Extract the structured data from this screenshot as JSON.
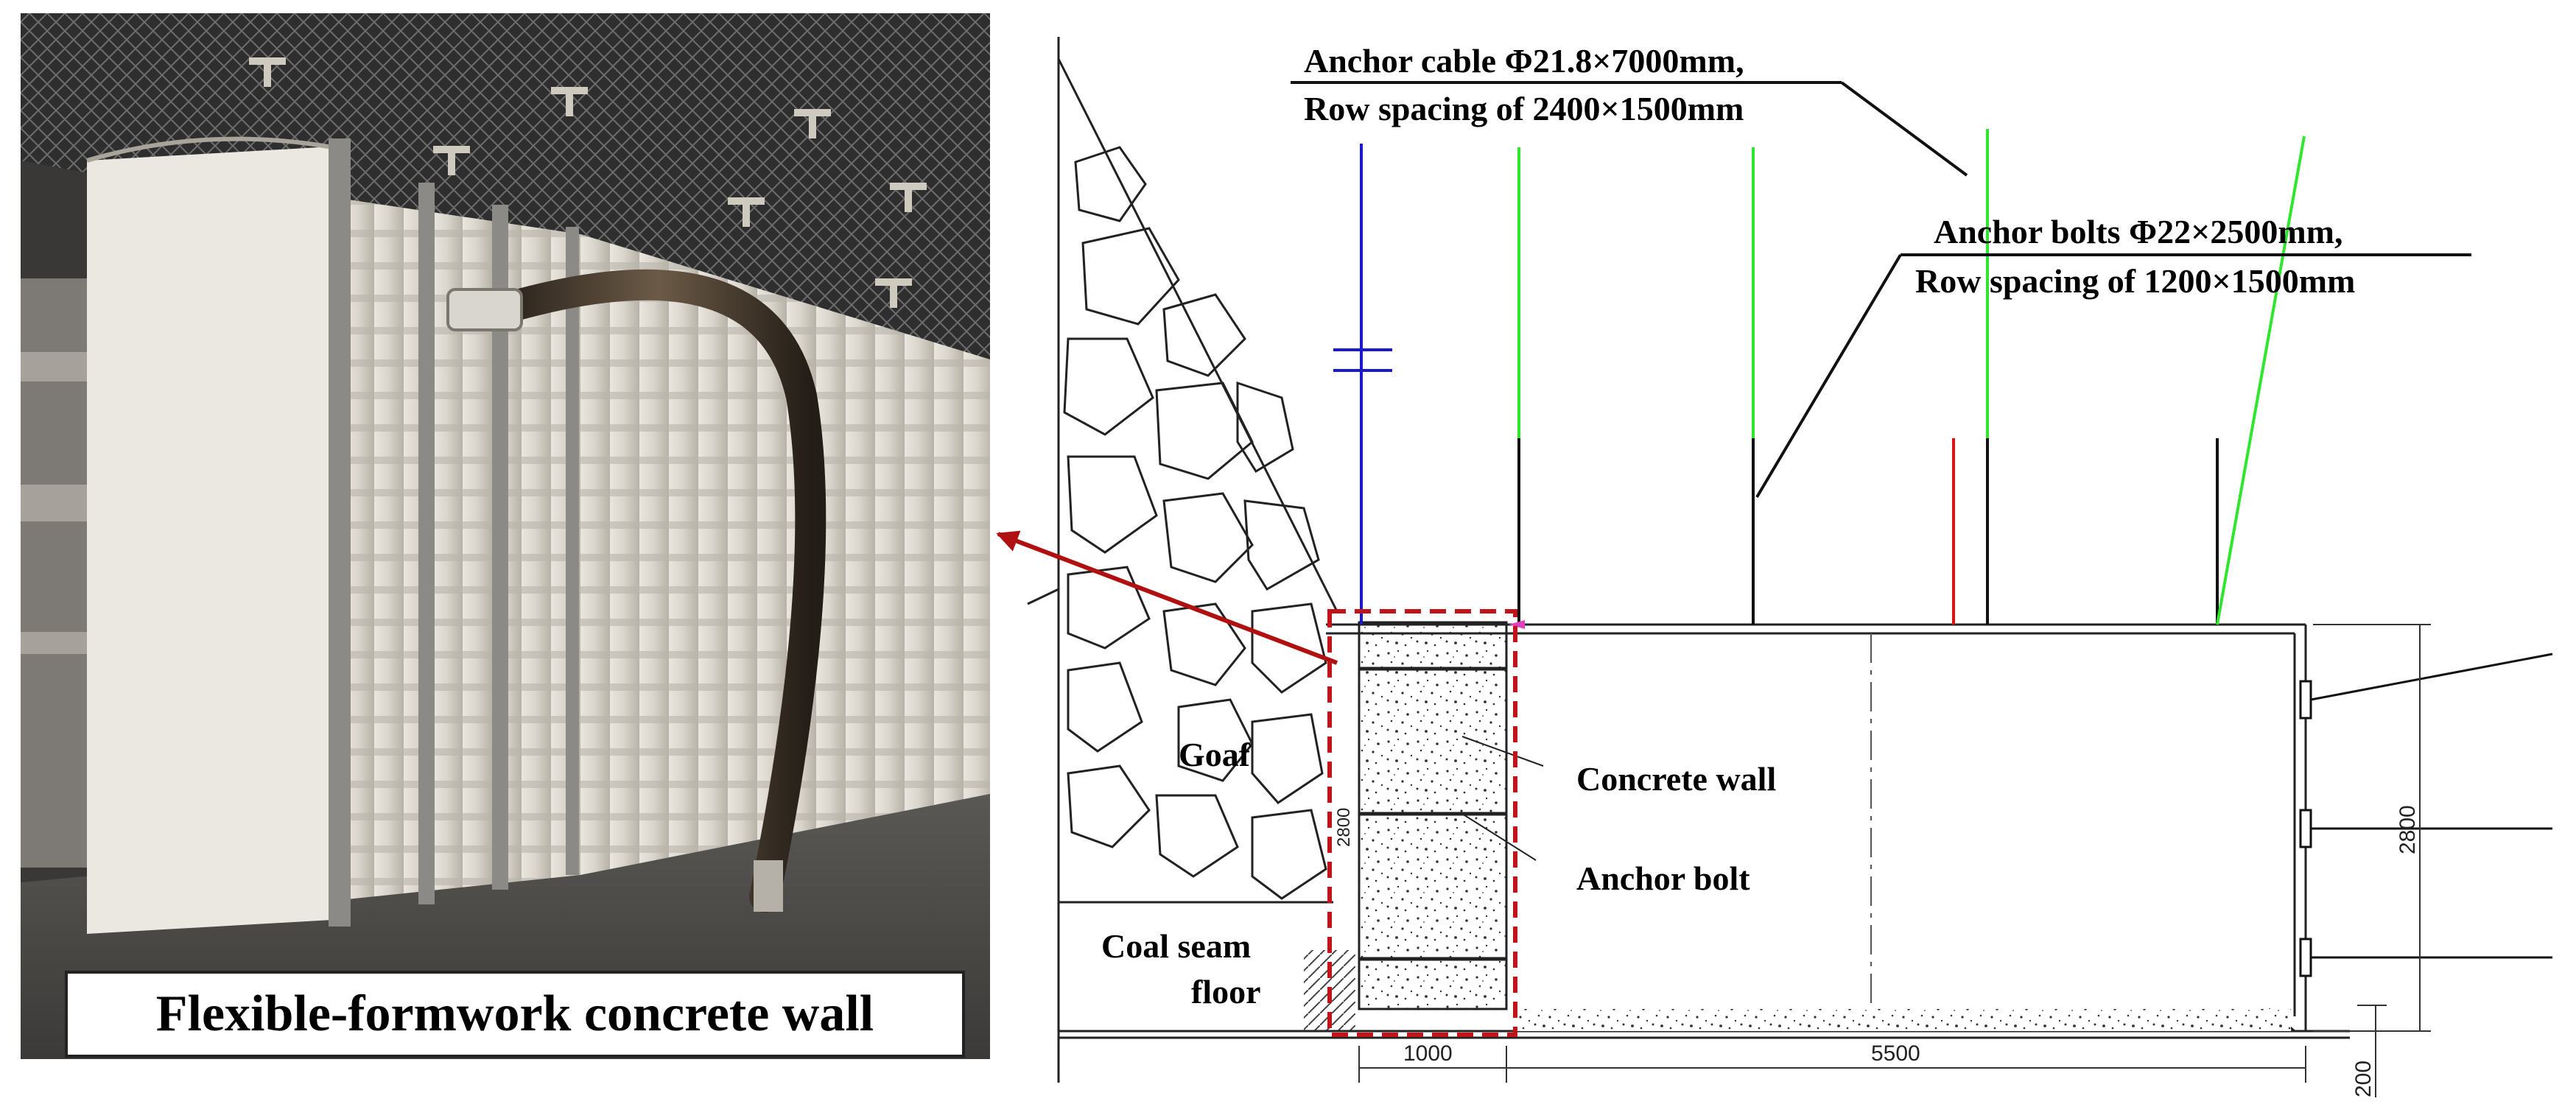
{
  "photo": {
    "caption": "Flexible-formwork concrete wall"
  },
  "drawing": {
    "anchor_cable_label_line1": "Anchor cable Φ21.8×7000mm,",
    "anchor_cable_label_line2": "Row spacing of 2400×1500mm",
    "anchor_bolts_label_line1": "Anchor bolts Φ22×2500mm,",
    "anchor_bolts_label_line2": "Row spacing of 1200×1500mm",
    "goaf_label": "Goaf",
    "coal_seam_floor_line1": "Coal seam",
    "coal_seam_floor_line2": "floor",
    "concrete_wall_label": "Concrete wall",
    "anchor_bolt_label": "Anchor bolt",
    "dim_wall_width": "1000",
    "dim_roadway_width": "5500",
    "dim_height": "2800",
    "dim_floor": "200",
    "dim_wall_side": "2800"
  },
  "colors": {
    "arrow": "#b01010",
    "dashed_box": "#c0141a",
    "cable": "#1a1acc",
    "bolt_green": "#2ee62e",
    "bolt_red": "#e01010"
  }
}
